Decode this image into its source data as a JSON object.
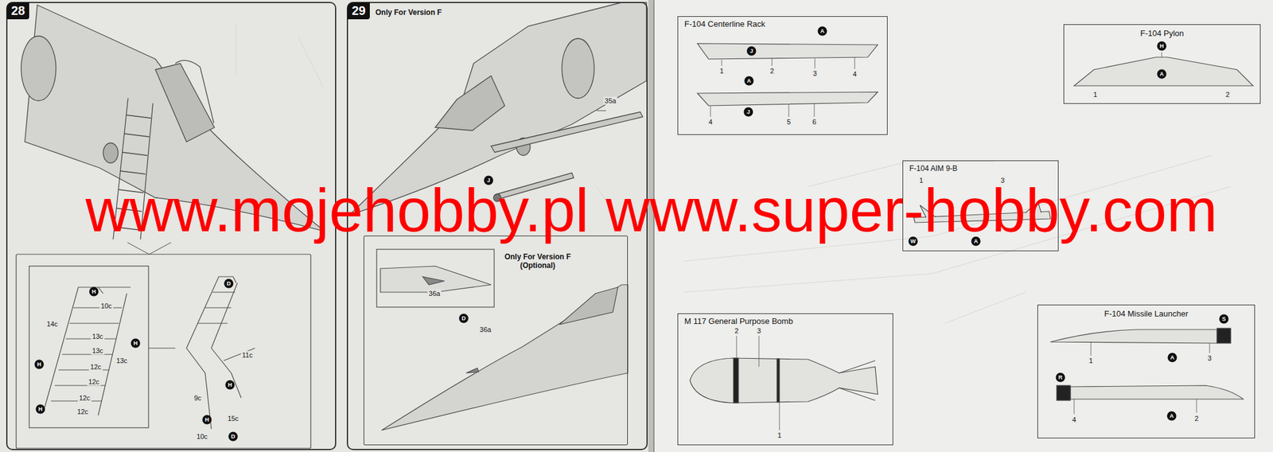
{
  "diagram": {
    "nodes": [
      {
        "text": [
          "28"
        ]
      },
      {
        "text": [
          "29",
          "Only For Version F"
        ]
      },
      {
        "text": [
          "Only For Version F (Optional)"
        ],
        "in": 1
      },
      {
        "text": [
          "F-104 Centerline Rack"
        ]
      },
      {
        "text": [
          "F-104 Pylon"
        ]
      },
      {
        "text": [
          "F-104 AIM 9-B"
        ]
      },
      {
        "text": [
          "M 117 General Purpose Bomb"
        ]
      },
      {
        "text": [
          "F-104 Missile Launcher"
        ]
      }
    ],
    "labels": [
      "www.mojehobby.pl www.super-hobby.com",
      "H",
      "10c",
      "14c",
      "13c",
      "13c",
      "13c",
      "12c",
      "12c",
      "12c",
      "12c",
      "H",
      "H",
      "H",
      "D",
      "11c",
      "H",
      "9c",
      "15c",
      "H",
      "10c",
      "D",
      "35a",
      "J",
      "36a",
      "D",
      "36a",
      "A",
      "J",
      "1",
      "2",
      "3",
      "4",
      "A",
      "J",
      "4",
      "5",
      "6",
      "H",
      "A",
      "1",
      "2",
      "1",
      "3",
      "W",
      "A",
      "2",
      "3",
      "1",
      "S",
      "1",
      "A",
      "3",
      "R",
      "4",
      "A",
      "2"
    ]
  }
}
